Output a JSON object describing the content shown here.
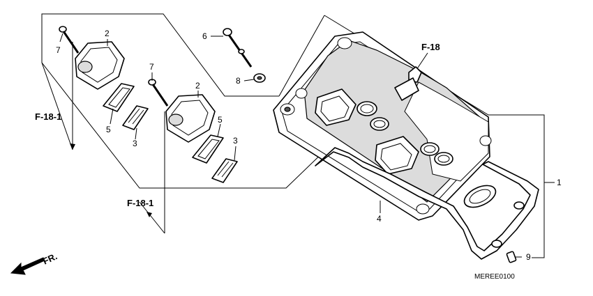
{
  "callouts": {
    "c1": "1",
    "c2a": "2",
    "c2b": "2",
    "c3a": "3",
    "c3b": "3",
    "c4": "4",
    "c5a": "5",
    "c5b": "5",
    "c6": "6",
    "c7a": "7",
    "c7b": "7",
    "c8": "8",
    "c9": "9"
  },
  "refs": {
    "f18": "F-18",
    "f18_1_top": "F-18-1",
    "f18_1_bottom": "F-18-1"
  },
  "direction_label": "FR.",
  "diagram_code": "MEREE0100"
}
